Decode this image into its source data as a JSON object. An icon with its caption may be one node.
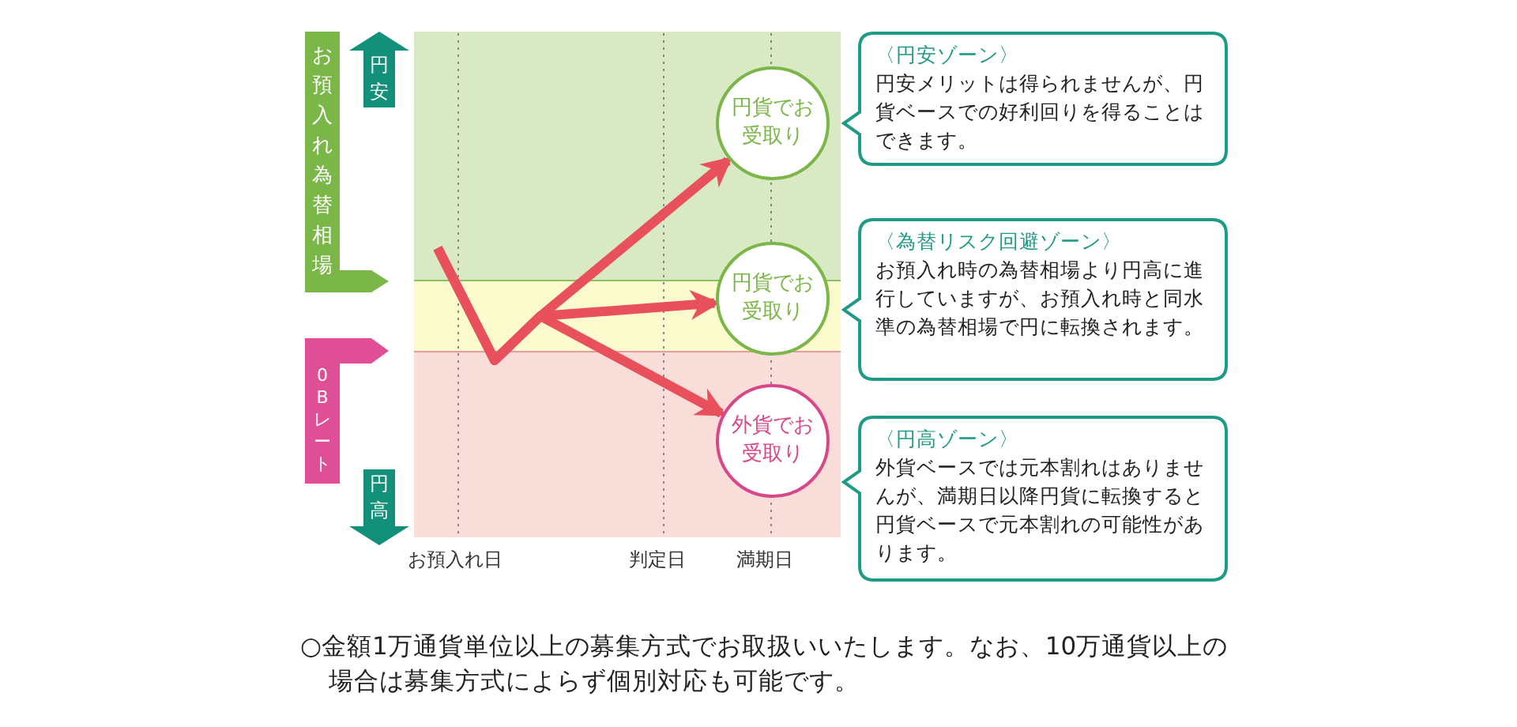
{
  "diagram": {
    "caption": "○金額1万通貨単位以上の募集方式でお取扱いいたします。なお、10万通貨以上の場合は募集方式によらず個別対応も可能です。",
    "nodes": [
      {
        "text": [],
        "shape": "band"
      },
      {
        "text": [
          "円貨でお受取り"
        ],
        "in": 0
      },
      {
        "text": [
          "〈円安ゾーン〉",
          "円安メリットは得られませんが、円貨ベースでの好利回りを得ることはできます。"
        ]
      },
      {
        "text": [],
        "shape": "band"
      },
      {
        "text": [
          "円貨でお受取り"
        ]
      },
      {
        "text": [
          "〈為替リスク回避ゾーン〉",
          "お預入れ時の為替相場より円高に進行していますが、お預入れ時と同水準の為替相場で円に転換されます。"
        ]
      },
      {
        "text": [],
        "shape": "band"
      },
      {
        "text": [
          "外貨でお受取り"
        ],
        "in": 6
      },
      {
        "text": [
          "〈円高ゾーン〉",
          "外貨ベースでは元本割れはありませんが、満期日以降円貨に転換すると円貨ベースで元本割れの可能性があります。"
        ]
      }
    ],
    "edges": [
      {
        "from": null,
        "to": 1,
        "arrow": "to"
      },
      {
        "from": null,
        "to": 4,
        "arrow": "to"
      },
      {
        "from": null,
        "to": 7,
        "arrow": "to"
      }
    ],
    "labels": [
      "円安",
      "お預入れ為替相場",
      "0Bレート",
      "円高",
      "お預入れ日",
      "判定日",
      "満期日"
    ]
  }
}
